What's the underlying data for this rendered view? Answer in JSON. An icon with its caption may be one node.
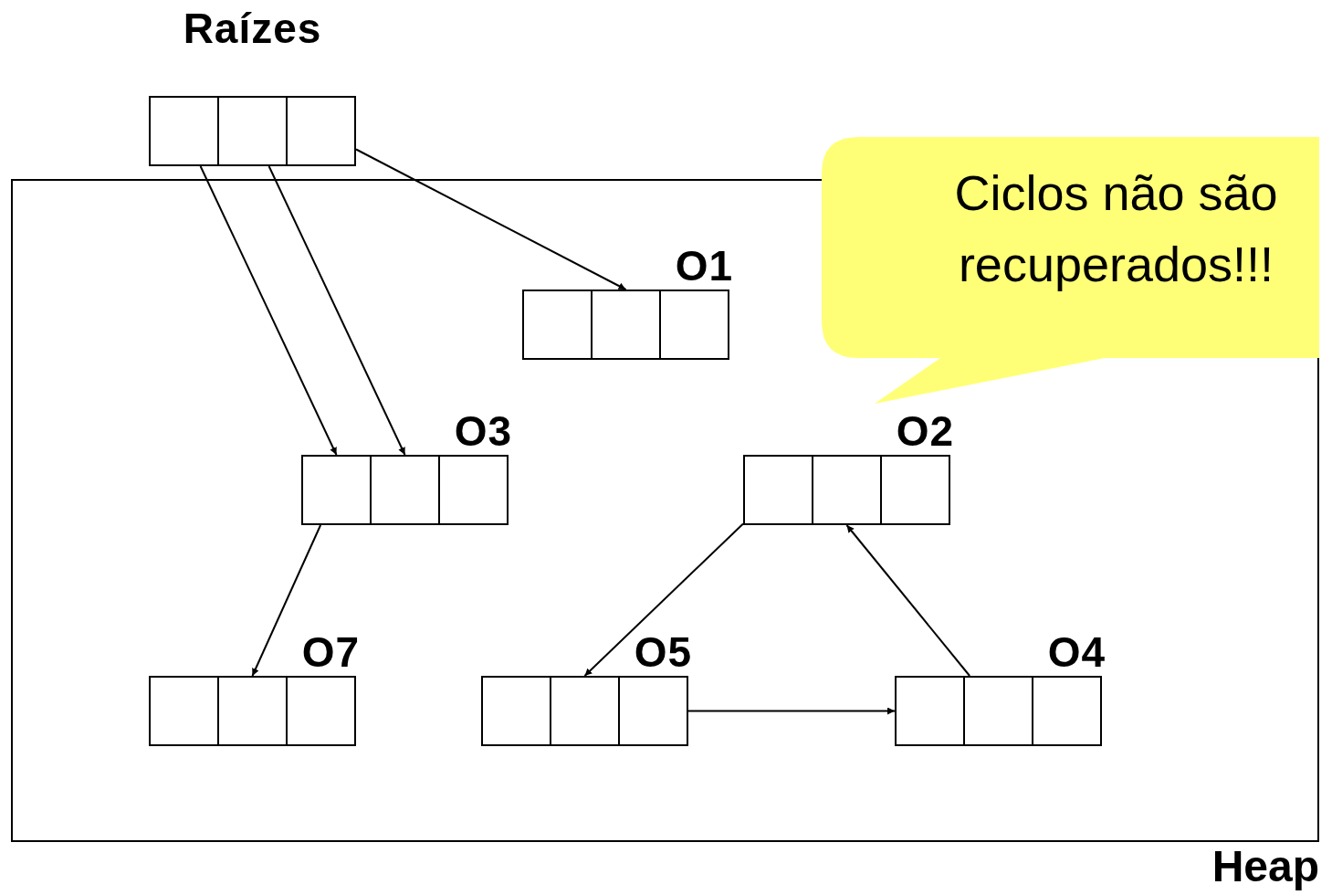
{
  "diagram": {
    "nodes": [
      {
        "text": [
          "Heap"
        ]
      },
      {
        "text": [
          "Raízes"
        ]
      },
      {
        "text": [],
        "shape": "box",
        "in": 1
      },
      {
        "text": [],
        "shape": "box",
        "in": 1
      },
      {
        "text": [],
        "shape": "box",
        "in": 1
      },
      {
        "text": [
          "O1"
        ],
        "in": 0
      },
      {
        "text": [],
        "shape": "box",
        "in": 5
      },
      {
        "text": [],
        "shape": "box",
        "in": 5
      },
      {
        "text": [],
        "shape": "box",
        "in": 5
      },
      {
        "text": [
          "O3"
        ],
        "in": 0
      },
      {
        "text": [],
        "shape": "box",
        "in": 9
      },
      {
        "text": [],
        "shape": "box",
        "in": 9
      },
      {
        "text": [],
        "shape": "box",
        "in": 9
      },
      {
        "text": [
          "O2"
        ],
        "in": 0
      },
      {
        "text": [],
        "shape": "box",
        "in": 13
      },
      {
        "text": [],
        "shape": "box",
        "in": 13
      },
      {
        "text": [],
        "shape": "box",
        "in": 13
      },
      {
        "text": [
          "O7"
        ],
        "in": 0
      },
      {
        "text": [],
        "shape": "box",
        "in": 17
      },
      {
        "text": [],
        "shape": "box",
        "in": 17
      },
      {
        "text": [],
        "shape": "box",
        "in": 17
      },
      {
        "text": [
          "O5"
        ],
        "in": 0
      },
      {
        "text": [],
        "shape": "box",
        "in": 21
      },
      {
        "text": [],
        "shape": "box",
        "in": 21
      },
      {
        "text": [],
        "shape": "box",
        "in": 21
      },
      {
        "text": [
          "O4"
        ],
        "in": 0
      },
      {
        "text": [],
        "shape": "box",
        "in": 25
      },
      {
        "text": [],
        "shape": "box",
        "in": 25
      },
      {
        "text": [],
        "shape": "box",
        "in": 25
      },
      {
        "text": [
          "Ciclos não são recuperados!!!"
        ]
      }
    ],
    "edges": [
      {
        "from": 2,
        "to": 10,
        "arrow": "to"
      },
      {
        "from": 3,
        "to": 11,
        "arrow": "to"
      },
      {
        "from": 4,
        "to": 7,
        "arrow": "to"
      },
      {
        "from": 10,
        "to": 19,
        "arrow": "to"
      },
      {
        "from": 14,
        "to": 23,
        "arrow": "to"
      },
      {
        "from": 24,
        "to": 26,
        "arrow": "to"
      },
      {
        "from": 27,
        "to": 15,
        "arrow": "to"
      }
    ]
  }
}
